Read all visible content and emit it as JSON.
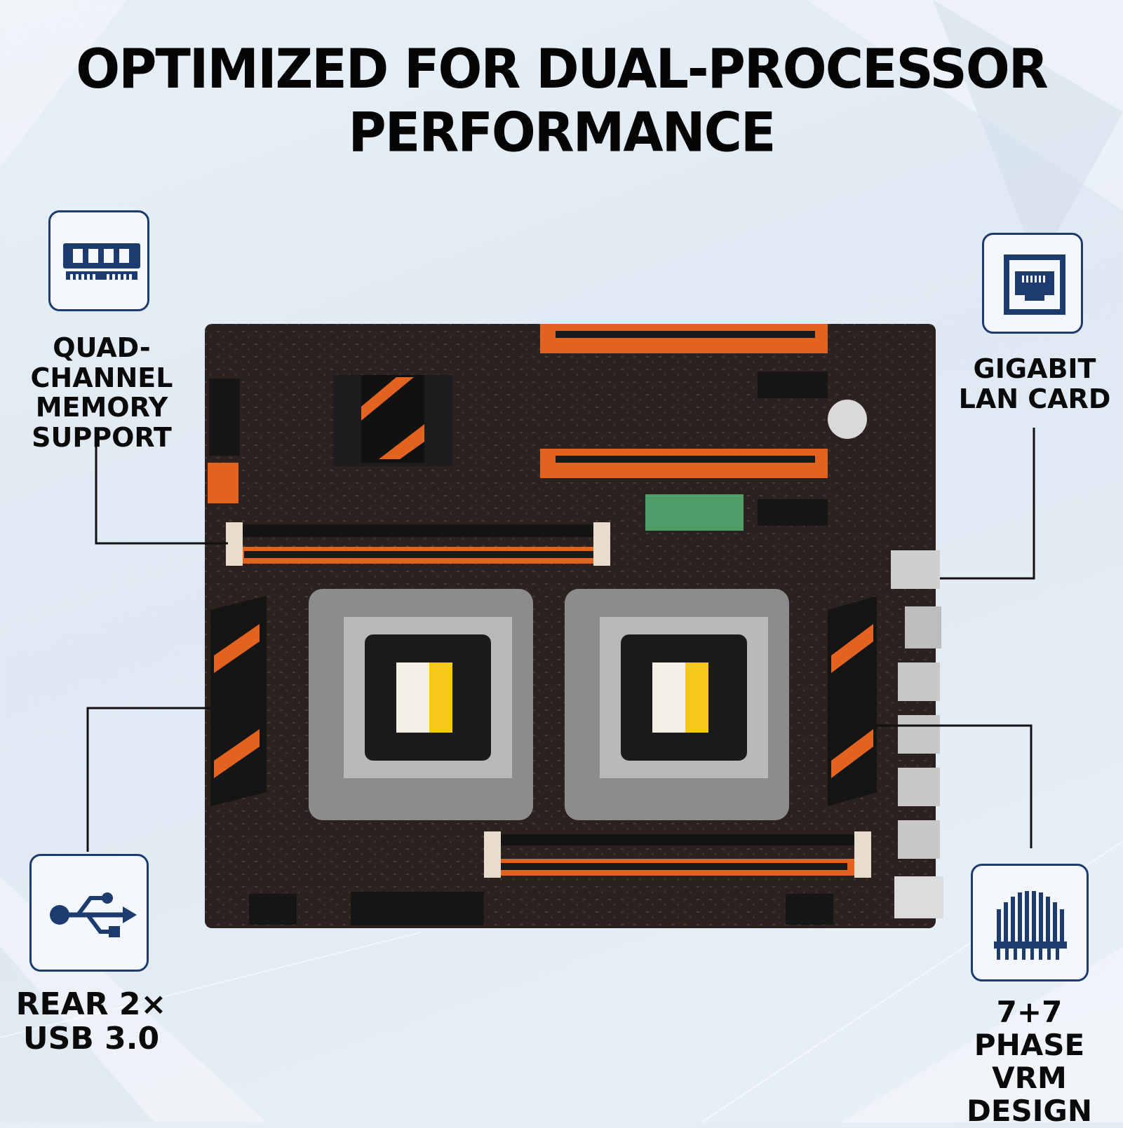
{
  "headline": "OPTIMIZED FOR DUAL-PROCESSOR PERFORMANCE",
  "features": {
    "memory": {
      "lines": [
        "QUAD-CHANNEL",
        "MEMORY",
        "SUPPORT"
      ],
      "icon": "memory-module-icon"
    },
    "lan": {
      "lines": [
        "GIGABIT",
        "LAN CARD"
      ],
      "icon": "ethernet-port-icon"
    },
    "usb": {
      "lines": [
        "REAR 2×",
        "USB 3.0"
      ],
      "icon": "usb-icon"
    },
    "vrm": {
      "lines": [
        "7+7 PHASE",
        "VRM DESIGN"
      ],
      "icon": "vrm-heatsink-icon"
    }
  },
  "colors": {
    "accent_navy": "#1d3b6e",
    "board": "#2b2220",
    "slot_orange": "#e2621f",
    "background": "#e3ecf5"
  }
}
